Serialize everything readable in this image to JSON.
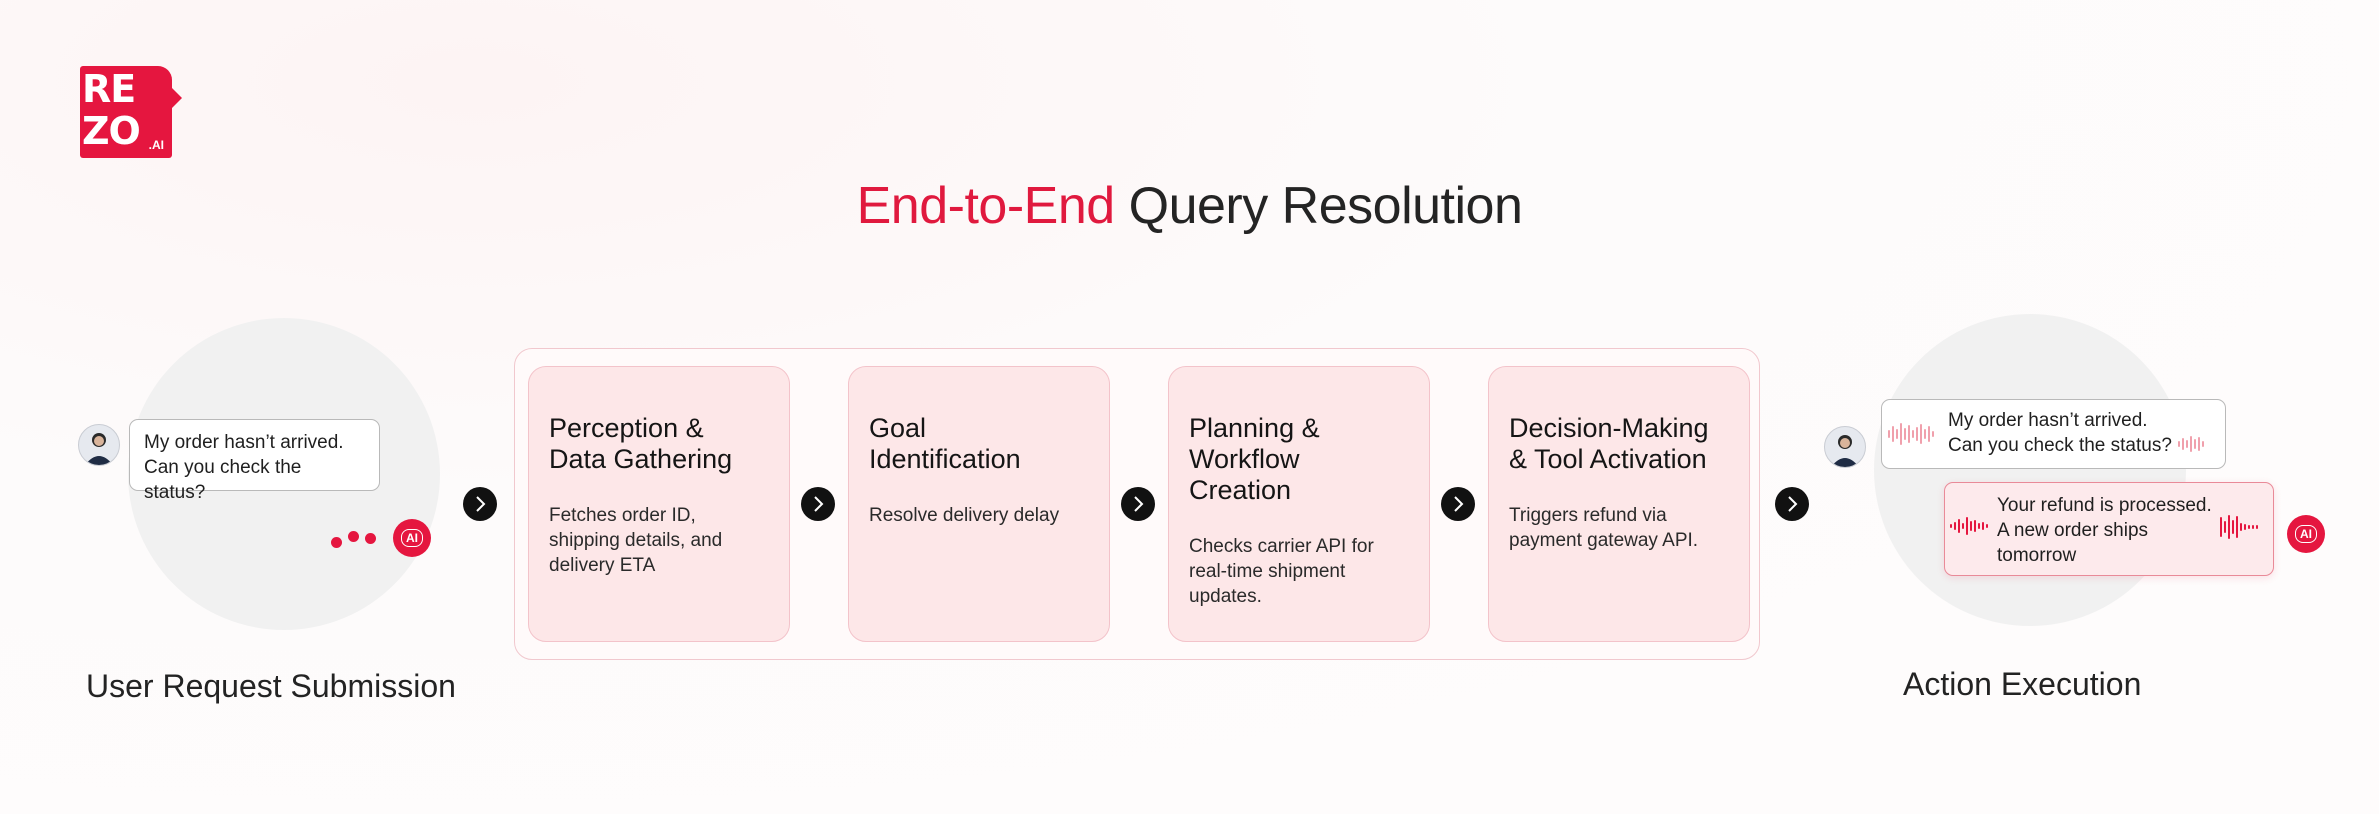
{
  "brand": {
    "logo_line1": "RE",
    "logo_line2": "ZO",
    "logo_suffix": ".AI"
  },
  "title": {
    "accent": "End-to-End",
    "rest": " Query Resolution"
  },
  "left": {
    "bubble_line1": "My order hasn’t arrived.",
    "bubble_line2": "Can you check the status?",
    "badge": "AI",
    "caption": "User Request Submission"
  },
  "steps": [
    {
      "title": "Perception &\nData Gathering",
      "desc": "Fetches order ID,\nshipping details, and\ndelivery ETA"
    },
    {
      "title": "Goal\nIdentification",
      "desc": "Resolve delivery delay"
    },
    {
      "title": "Planning &\nWorkflow Creation",
      "desc": "Checks carrier API for\nreal-time shipment\nupdates."
    },
    {
      "title": "Decision-Making\n& Tool Activation",
      "desc": "Triggers refund via\npayment gateway API."
    }
  ],
  "right": {
    "user_line1": "My order hasn’t arrived.",
    "user_line2": "Can you check the status?",
    "reply_line1": "Your refund is processed.",
    "reply_line2": "A new order ships",
    "reply_line3": "tomorrow",
    "badge": "AI",
    "caption": "Action Execution"
  },
  "colors": {
    "accent": "#e5163f",
    "card": "#fde7e8",
    "circle": "#f1f1f1"
  },
  "icons": [
    "avatar-icon",
    "chevron-right-icon",
    "ai-headset-icon",
    "sound-wave-icon"
  ]
}
